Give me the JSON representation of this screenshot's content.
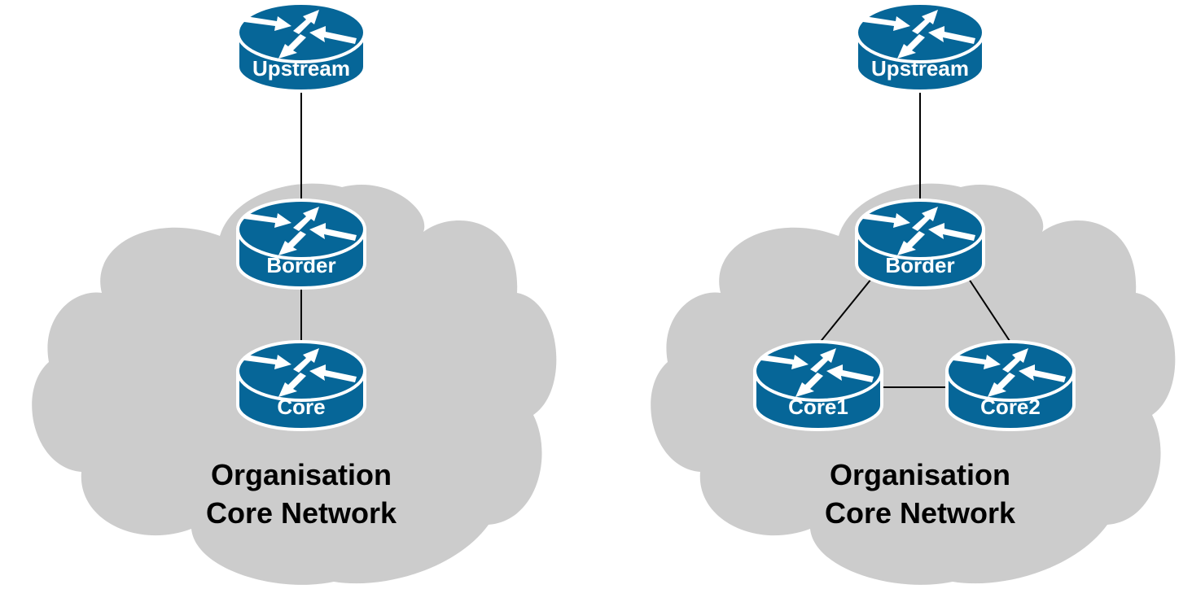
{
  "colors": {
    "router_fill": "#066698",
    "router_outline": "#ffffff",
    "cloud_fill": "#cccccc",
    "link": "#000000"
  },
  "diagrams": [
    {
      "name": "single-core",
      "cloud_label": [
        "Organisation",
        "Core Network"
      ],
      "routers": [
        {
          "id": "upstream",
          "label": "Upstream"
        },
        {
          "id": "border",
          "label": "Border"
        },
        {
          "id": "core",
          "label": "Core"
        }
      ],
      "links": [
        [
          "upstream",
          "border"
        ],
        [
          "border",
          "core"
        ]
      ]
    },
    {
      "name": "dual-core",
      "cloud_label": [
        "Organisation",
        "Core Network"
      ],
      "routers": [
        {
          "id": "upstream",
          "label": "Upstream"
        },
        {
          "id": "border",
          "label": "Border"
        },
        {
          "id": "core1",
          "label": "Core1"
        },
        {
          "id": "core2",
          "label": "Core2"
        }
      ],
      "links": [
        [
          "upstream",
          "border"
        ],
        [
          "border",
          "core1"
        ],
        [
          "border",
          "core2"
        ],
        [
          "core1",
          "core2"
        ]
      ]
    }
  ]
}
